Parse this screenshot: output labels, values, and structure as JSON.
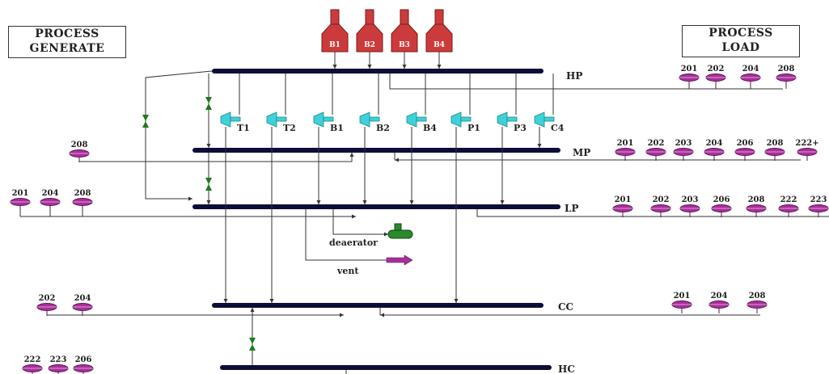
{
  "labels": {
    "generate_line1": "PROCESS",
    "generate_line2": "GENERATE",
    "load_line1": "PROCESS",
    "load_line2": "LOAD"
  },
  "boilers": [
    "B1",
    "B2",
    "B3",
    "B4"
  ],
  "headers": {
    "hp": "HP",
    "mp": "MP",
    "lp": "LP",
    "cc": "CC",
    "hc": "HC"
  },
  "turbines": [
    "T1",
    "T2",
    "B1",
    "B2",
    "B4",
    "P1",
    "P3",
    "C4"
  ],
  "units": {
    "hp_load": [
      "201",
      "202",
      "204",
      "208"
    ],
    "mp_gen": [
      "208"
    ],
    "mp_load": [
      "201",
      "202",
      "203",
      "204",
      "206",
      "208",
      "222+"
    ],
    "lp_gen": [
      "201",
      "204",
      "208"
    ],
    "lp_load": [
      "201",
      "202",
      "203",
      "206",
      "208",
      "222",
      "223"
    ],
    "cc_gen": [
      "202",
      "204"
    ],
    "cc_load": [
      "201",
      "204",
      "208"
    ],
    "hc_gen": [
      "222",
      "223",
      "206"
    ]
  },
  "sinks": {
    "deaerator": "deaerator",
    "vent": "vent"
  },
  "colors": {
    "header": "#0d0d3a",
    "boiler": "#cc3b3b",
    "boiler_dark": "#7a1a1a",
    "turbine": "#3fd0d8",
    "valve": "#1e7a1e",
    "unit": "#a8309a",
    "unit_dark": "#5c1258",
    "deaerator": "#2a8a2a",
    "vent": "#a8309a",
    "line": "#333333"
  }
}
